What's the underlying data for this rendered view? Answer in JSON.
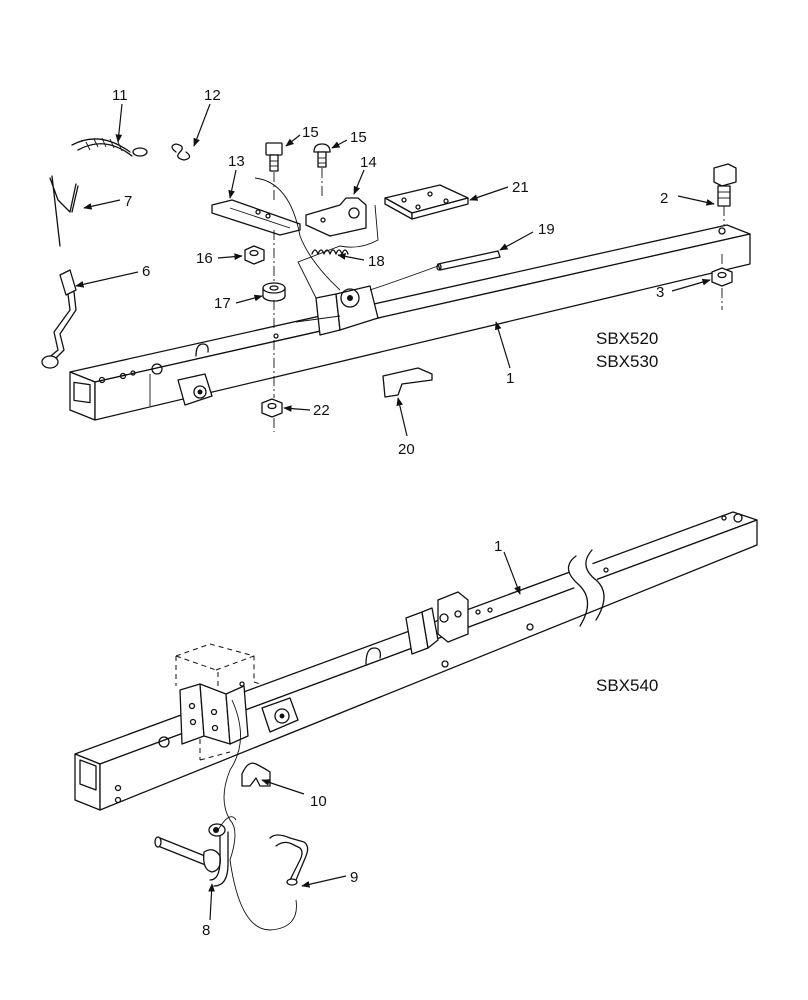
{
  "models": {
    "upper": [
      "SBX520",
      "SBX530"
    ],
    "lower": "SBX540"
  },
  "callouts": {
    "upper": [
      {
        "id": "c11",
        "text": "11"
      },
      {
        "id": "c12",
        "text": "12"
      },
      {
        "id": "c15a",
        "text": "15"
      },
      {
        "id": "c15b",
        "text": "15"
      },
      {
        "id": "c13",
        "text": "13"
      },
      {
        "id": "c14",
        "text": "14"
      },
      {
        "id": "c21",
        "text": "21"
      },
      {
        "id": "c2",
        "text": "2"
      },
      {
        "id": "c7",
        "text": "7"
      },
      {
        "id": "c19",
        "text": "19"
      },
      {
        "id": "c16",
        "text": "16"
      },
      {
        "id": "c18",
        "text": "18"
      },
      {
        "id": "c6",
        "text": "6"
      },
      {
        "id": "c3",
        "text": "3"
      },
      {
        "id": "c17",
        "text": "17"
      },
      {
        "id": "c1u",
        "text": "1"
      },
      {
        "id": "c22",
        "text": "22"
      },
      {
        "id": "c20",
        "text": "20"
      }
    ],
    "lower": [
      {
        "id": "c1l",
        "text": "1"
      },
      {
        "id": "c10",
        "text": "10"
      },
      {
        "id": "c9",
        "text": "9"
      },
      {
        "id": "c8",
        "text": "8"
      }
    ]
  }
}
